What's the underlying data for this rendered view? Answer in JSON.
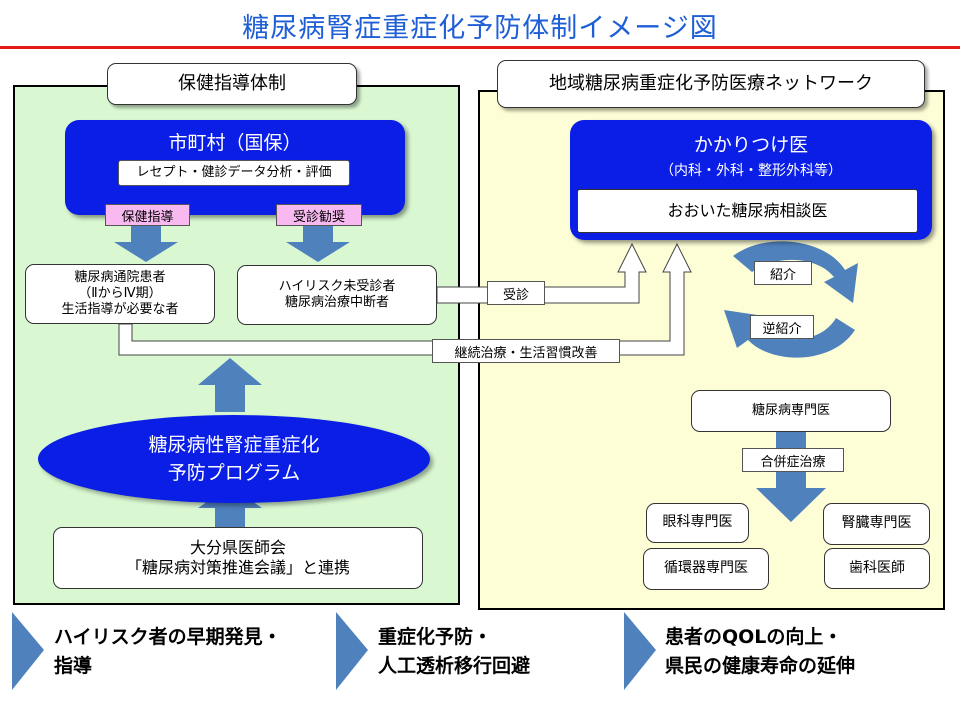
{
  "title": "糖尿病腎症重症化予防体制イメージ図",
  "left_panel": {
    "header": "保健指導体制",
    "city": {
      "name": "市町村（国保）",
      "sub": "レセプト・健診データ分析・評価"
    },
    "labels": {
      "guidance": "保健指導",
      "recommend": "受診勧奨"
    },
    "patient_group_1": [
      "糖尿病通院患者",
      "（ⅡからⅣ期）",
      "生活指導が必要な者"
    ],
    "patient_group_2": [
      "ハイリスク未受診者",
      "糖尿病治療中断者"
    ],
    "program": [
      "糖尿病性腎症重症化",
      "予防プログラム"
    ],
    "medical_assoc": [
      "大分県医師会",
      "「糖尿病対策推進会議」と連携"
    ]
  },
  "right_panel": {
    "header": "地域糖尿病重症化予防医療ネットワーク",
    "kakaritsuke": {
      "name": "かかりつけ医",
      "sub": "（内科・外科・整形外科等）",
      "consultant": "おおいた糖尿病相談医"
    },
    "referral": "紹介",
    "reverse_referral": "逆紹介",
    "specialist": "糖尿病専門医",
    "complication_treatment": "合併症治療",
    "specialists": [
      "眼科専門医",
      "腎臓専門医",
      "循環器専門医",
      "歯科医師"
    ]
  },
  "flow_labels": {
    "visit": "受診",
    "continued": "継続治療・生活習慣改善"
  },
  "outcomes": [
    [
      "ハイリスク者の早期発見・",
      "指導"
    ],
    [
      "重症化予防・",
      "人工透析移行回避"
    ],
    [
      "患者のQOLの向上・",
      "県民の健康寿命の延伸"
    ]
  ],
  "colors": {
    "title_blue": "#1f5fd6",
    "rule_red": "#e31b1b",
    "box_blue": "#0a1ee6",
    "arrow_blue": "#4f81bd",
    "left_bg": "#d9f8d2",
    "right_bg": "#fdfdd6",
    "label_pink": "#f7b9ef"
  }
}
